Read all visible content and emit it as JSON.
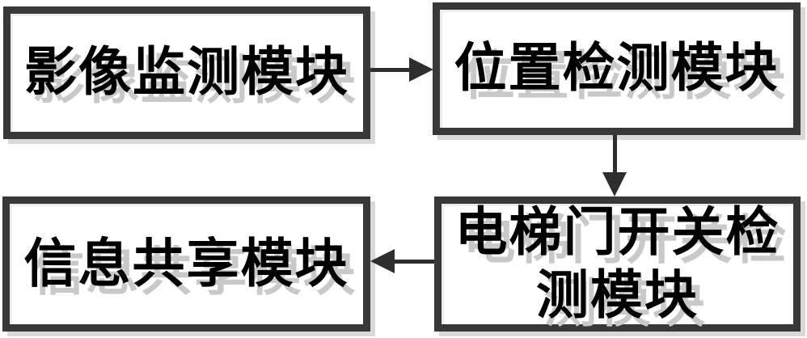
{
  "diagram": {
    "type": "flowchart",
    "background_color": "#ffffff",
    "box_border_color": "#383838",
    "box_fill_color": "#ffffff",
    "box_shadow_color": "#d9d9d9",
    "text_color": "#000000",
    "text_ghost_shadow_color": "#c9c9c9",
    "arrow_color": "#2e2e2e",
    "nodes": [
      {
        "id": "image-monitoring",
        "label": "影像监测模块"
      },
      {
        "id": "position-detection",
        "label": "位置检测模块"
      },
      {
        "id": "door-detection",
        "label": "电梯门开关检\n测模块"
      },
      {
        "id": "info-sharing",
        "label": "信息共享模块"
      }
    ],
    "edges": [
      {
        "from": "image-monitoring",
        "to": "position-detection",
        "direction": "right"
      },
      {
        "from": "position-detection",
        "to": "door-detection",
        "direction": "down"
      },
      {
        "from": "door-detection",
        "to": "info-sharing",
        "direction": "left"
      }
    ]
  }
}
